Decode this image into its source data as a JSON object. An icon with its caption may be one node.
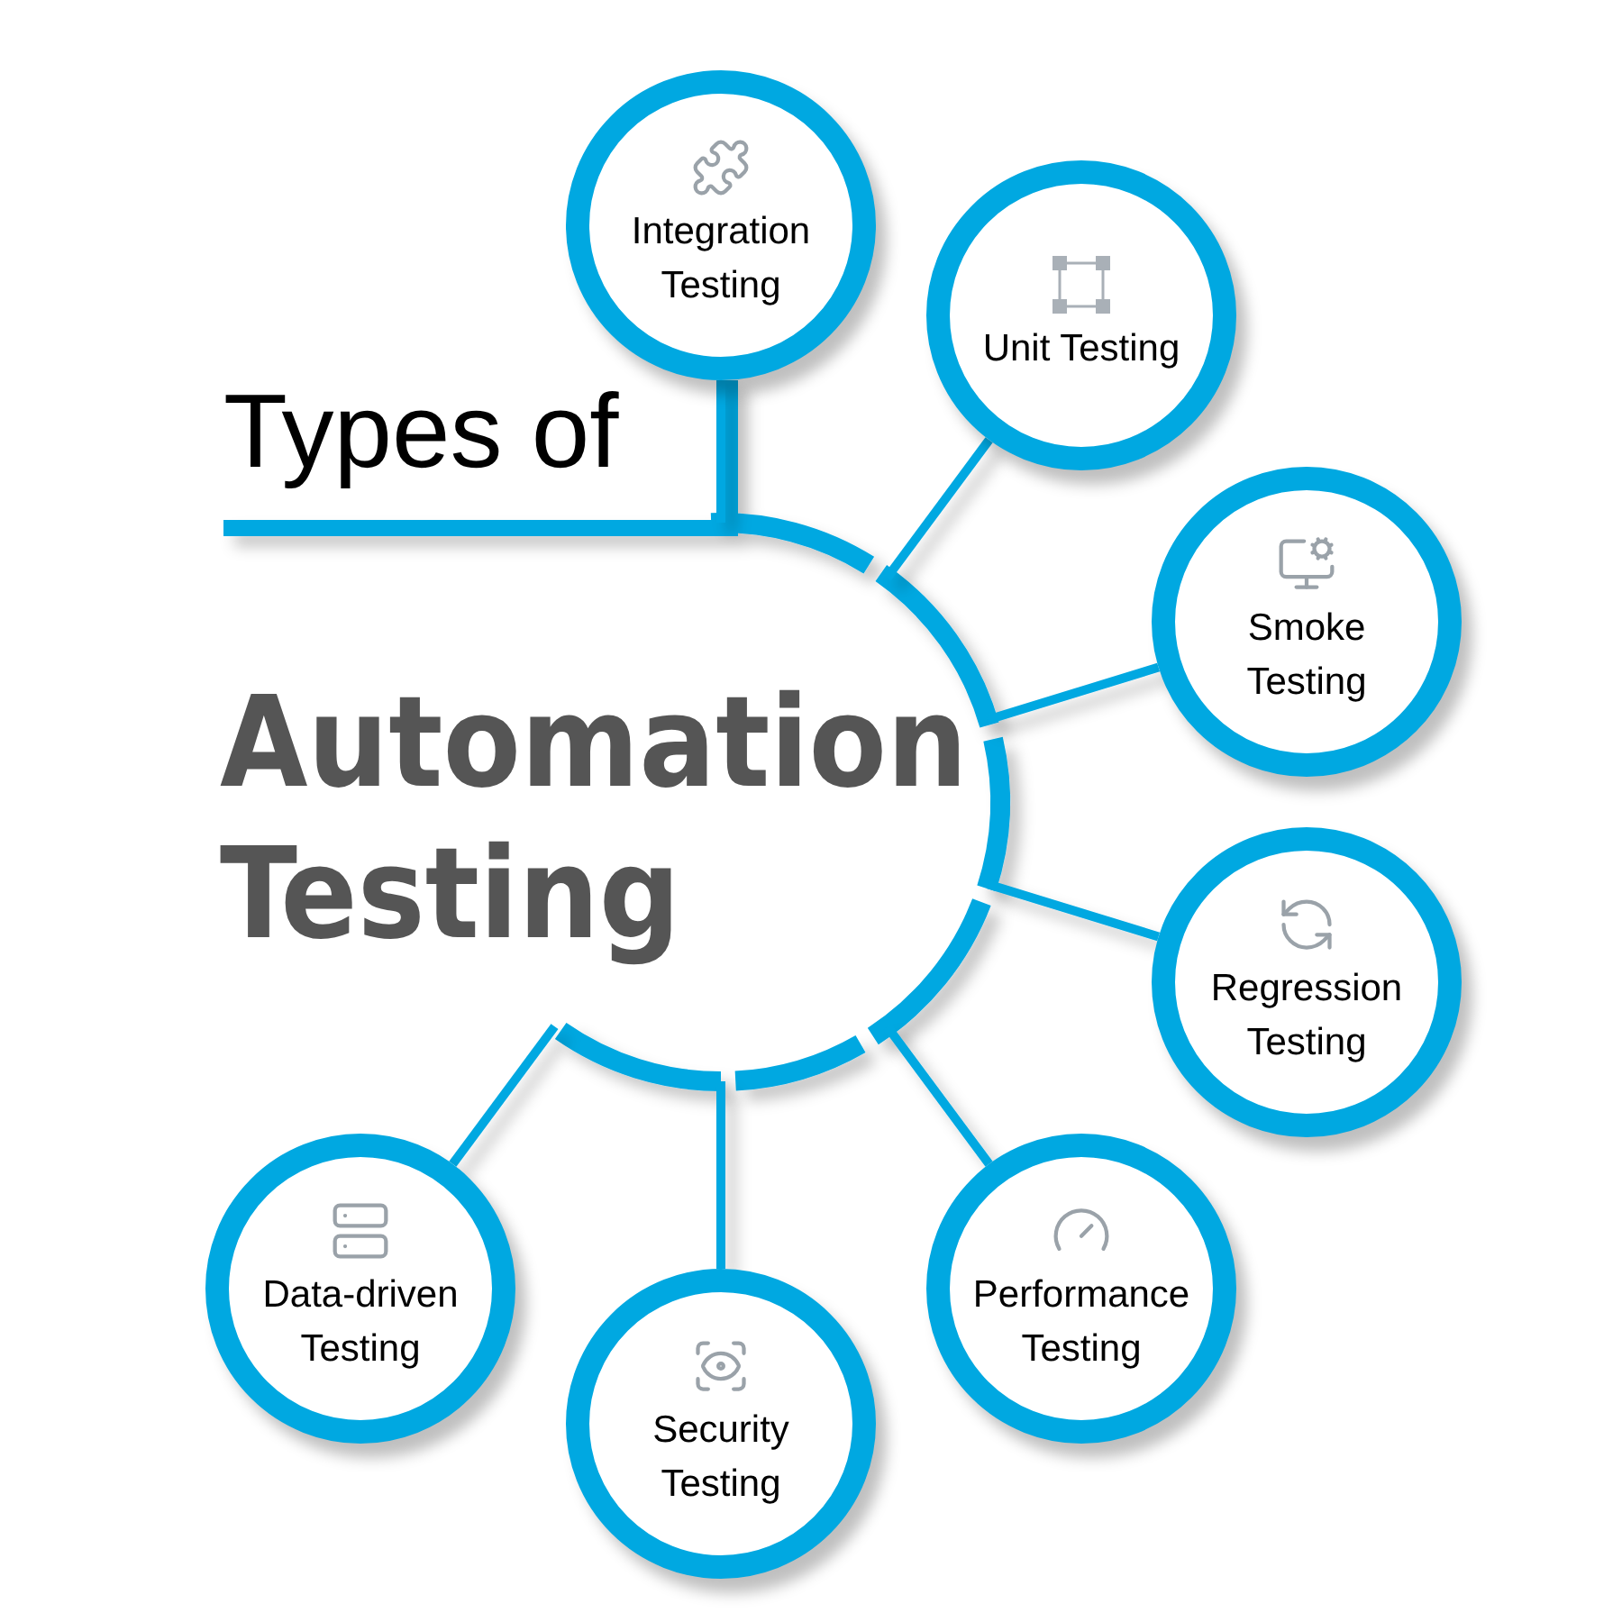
{
  "diagram": {
    "nodes": [
      {
        "text": [
          "Types of",
          "Automation Testing"
        ]
      },
      {
        "text": [
          "Integration Testing"
        ]
      },
      {
        "text": [
          "Unit Testing"
        ]
      },
      {
        "text": [
          "Smoke Testing"
        ]
      },
      {
        "text": [
          "Regression Testing"
        ]
      },
      {
        "text": [
          "Performance Testing"
        ]
      },
      {
        "text": [
          "Security Testing"
        ]
      },
      {
        "text": [
          "Data-driven Testing"
        ]
      }
    ],
    "edges": [
      {
        "from": 0,
        "to": 1,
        "arrow": "none"
      },
      {
        "from": 0,
        "to": 2,
        "arrow": "none"
      },
      {
        "from": 0,
        "to": 3,
        "arrow": "none"
      },
      {
        "from": 0,
        "to": 4,
        "arrow": "none"
      },
      {
        "from": 0,
        "to": 5,
        "arrow": "none"
      },
      {
        "from": 0,
        "to": 6,
        "arrow": "none"
      },
      {
        "from": 0,
        "to": 7,
        "arrow": "none"
      }
    ]
  }
}
